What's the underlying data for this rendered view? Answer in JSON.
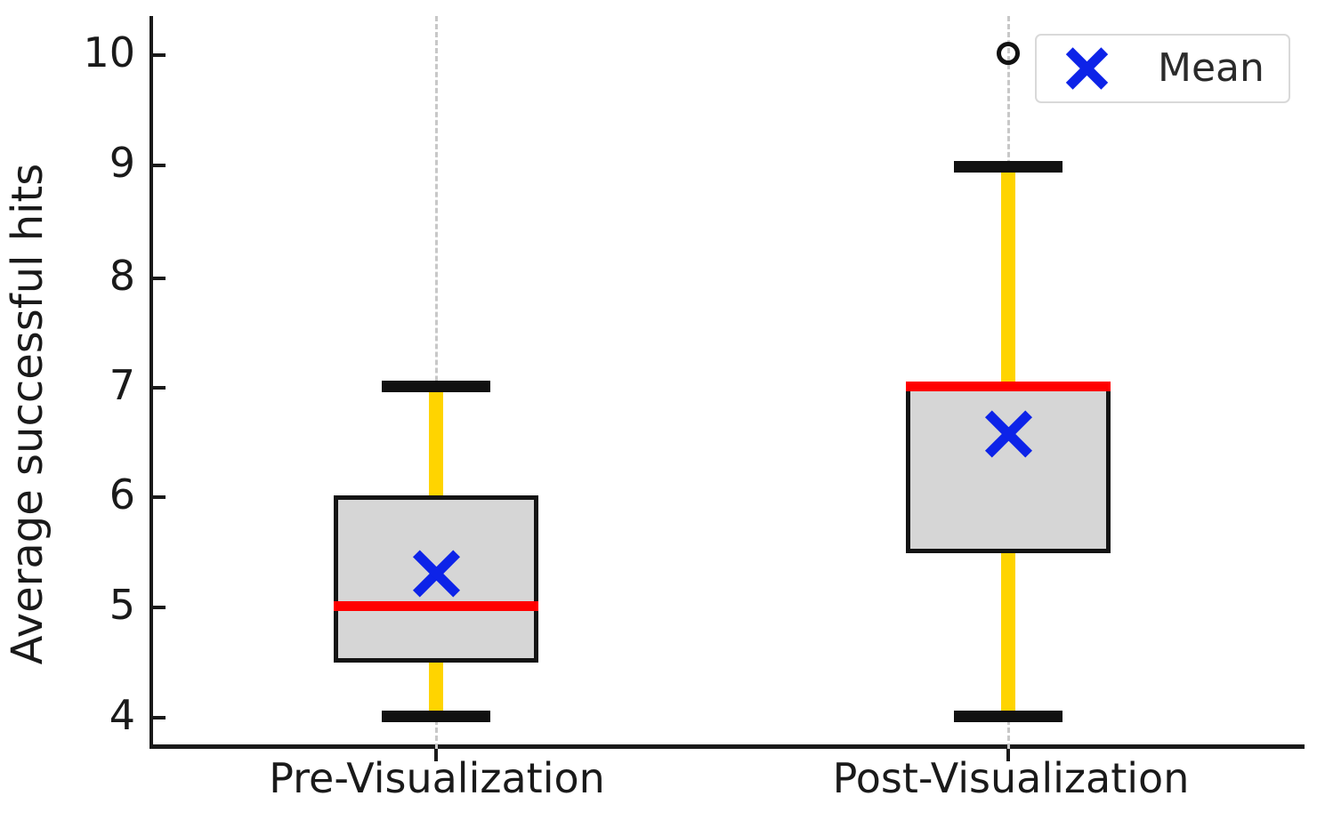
{
  "chart_data": {
    "type": "box",
    "title": "",
    "xlabel": "",
    "ylabel": "Average successful hits",
    "categories": [
      "Pre-Visualization",
      "Post-Visualization"
    ],
    "ylim": [
      3.6,
      10.35
    ],
    "yticks": [
      4,
      5,
      6,
      7,
      8,
      9,
      10
    ],
    "ytick_labels": [
      "4",
      "5",
      "6",
      "7",
      "8",
      "9",
      "10"
    ],
    "grid": false,
    "legend": {
      "position": "upper right",
      "entries": [
        {
          "label": "Mean",
          "marker": "x-cross",
          "color": "#0D23E8"
        }
      ]
    },
    "style": {
      "box_facecolor": "#d6d6d6",
      "box_edgecolor": "#141414",
      "median_color": "#FF0000",
      "whisker_color": "#FFD400",
      "cap_color": "#111111",
      "mean_color": "#0D23E8",
      "outlier_edgecolor": "#111111",
      "center_line_color": "#c8c8c8"
    },
    "boxes": [
      {
        "name": "Pre-Visualization",
        "whisker_low": 4.0,
        "q1": 4.48,
        "median": 5.0,
        "q3": 6.0,
        "whisker_high": 7.0,
        "mean": 5.3,
        "outliers": []
      },
      {
        "name": "Post-Visualization",
        "whisker_low": 4.0,
        "q1": 5.48,
        "median": 7.0,
        "q3": 7.0,
        "whisker_high": 9.0,
        "mean": 6.55,
        "outliers": [
          10.0
        ]
      }
    ]
  },
  "legend": {
    "mean_label": "Mean"
  },
  "axis": {
    "y_title": "Average successful hits",
    "ytick_labels": [
      "10",
      "9",
      "8",
      "7",
      "6",
      "5",
      "4"
    ],
    "xtick_labels": [
      "Pre-Visualization",
      "Post-Visualization"
    ]
  }
}
